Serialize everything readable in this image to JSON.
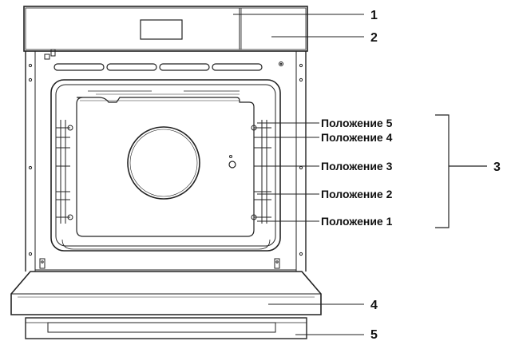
{
  "callouts": {
    "c1": "1",
    "c2": "2",
    "c3": "3",
    "c4": "4",
    "c5": "5"
  },
  "positions": {
    "p5": "Положение 5",
    "p4": "Положение 4",
    "p3": "Положение 3",
    "p2": "Положение 2",
    "p1": "Положение 1"
  },
  "colors": {
    "line": "#222222",
    "fill": "#ffffff"
  }
}
